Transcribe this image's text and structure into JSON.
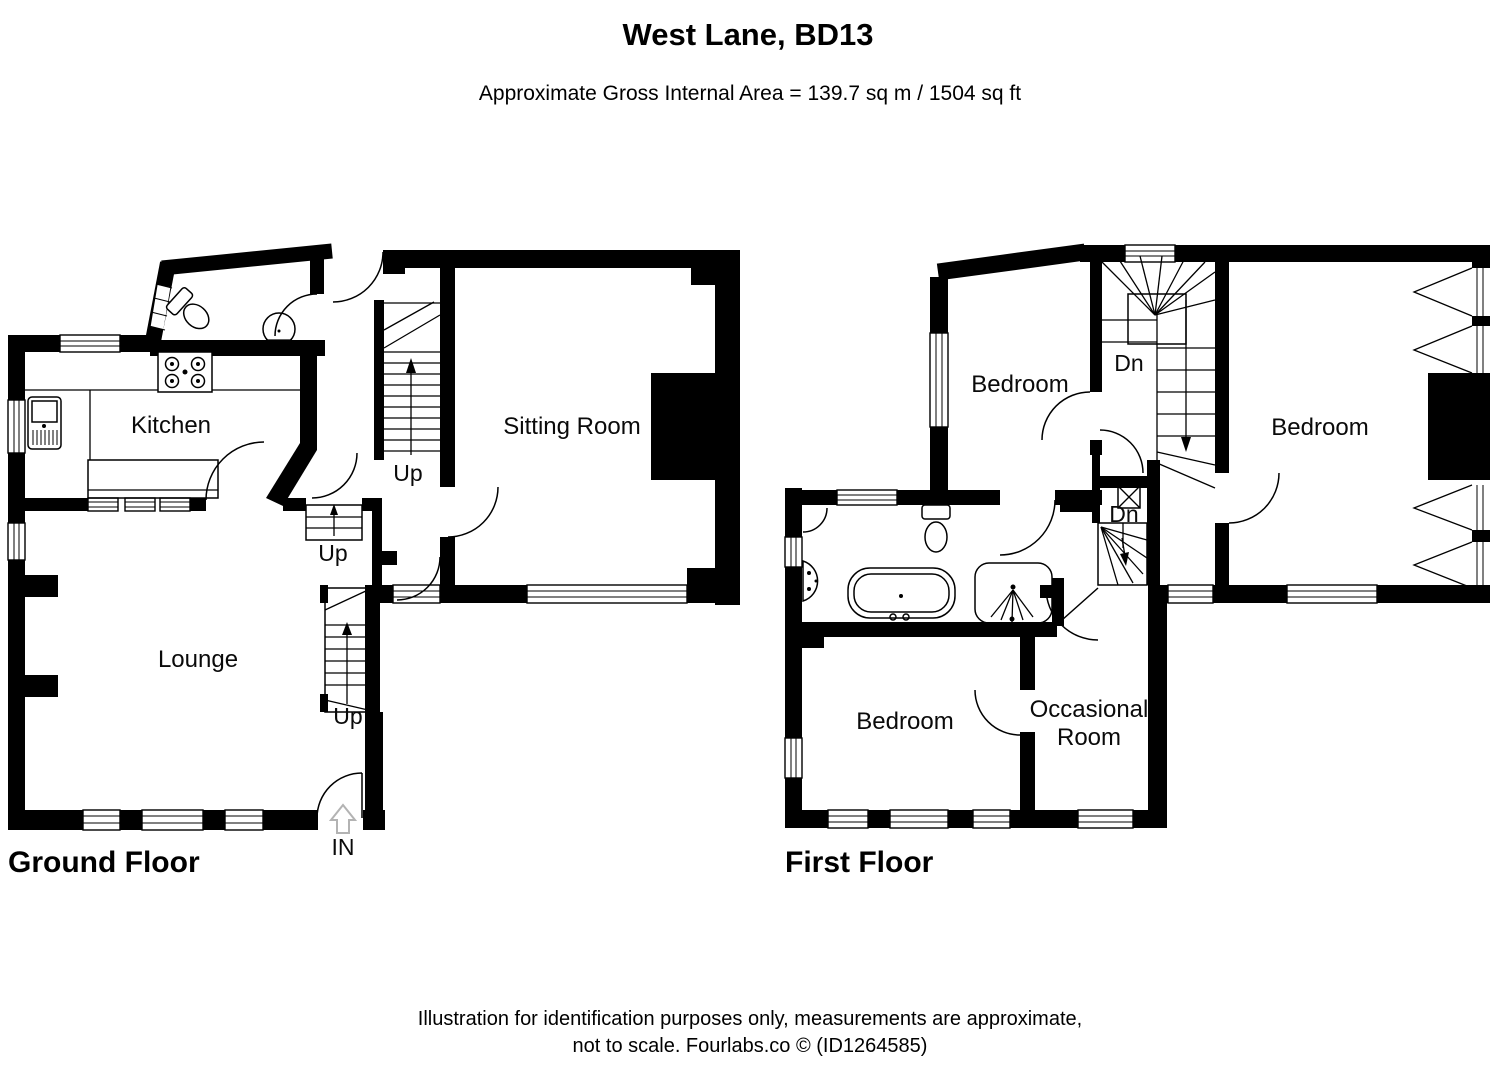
{
  "header": {
    "title": "West Lane, BD13",
    "subtitle": "Approximate Gross Internal Area = 139.7 sq m / 1504 sq ft"
  },
  "ground_floor": {
    "name": "Ground Floor",
    "rooms": {
      "kitchen": "Kitchen",
      "sitting_room": "Sitting Room",
      "lounge": "Lounge"
    },
    "stairs": {
      "main": "Up",
      "hall": "Up",
      "lounge": "Up"
    },
    "entrance": "IN"
  },
  "first_floor": {
    "name": "First Floor",
    "rooms": {
      "bedroom_top_left": "Bedroom",
      "bedroom_right": "Bedroom",
      "bedroom_bottom_left": "Bedroom",
      "occasional_line1": "Occasional",
      "occasional_line2": "Room"
    },
    "stairs": {
      "main": "Dn",
      "small": "Dn"
    }
  },
  "footer": {
    "line1": "Illustration for identification purposes only, measurements are approximate,",
    "line2": "not to scale. Fourlabs.co © (ID1264585)"
  }
}
